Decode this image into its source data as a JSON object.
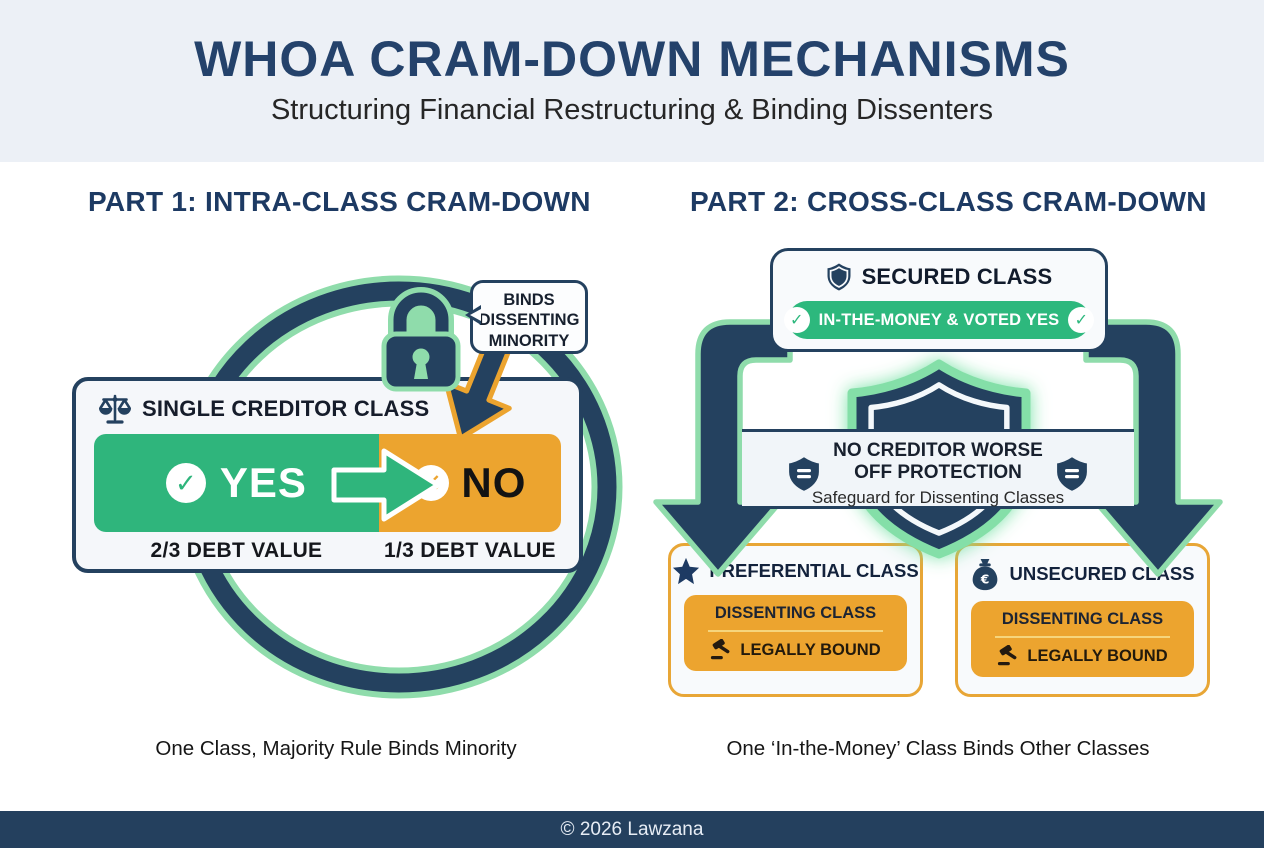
{
  "header": {
    "title": "WHOA CRAM-DOWN MECHANISMS",
    "subtitle": "Structuring Financial Restructuring & Binding Dissenters"
  },
  "part1": {
    "heading": "PART 1: INTRA-CLASS CRAM-DOWN",
    "bubble_lines": [
      "BINDS",
      "DISSENTING",
      "MINORITY"
    ],
    "creditor_box": {
      "title": "SINGLE CREDITOR CLASS",
      "yes_label": "YES",
      "no_label": "NO",
      "yes_value": "2/3 DEBT VALUE",
      "no_value": "1/3 DEBT VALUE"
    },
    "caption": "One Class, Majority Rule Binds Minority"
  },
  "part2": {
    "heading": "PART 2: CROSS-CLASS CRAM-DOWN",
    "secured": {
      "title": "SECURED CLASS",
      "status": "IN-THE-MONEY & VOTED YES"
    },
    "protection": {
      "line1": "NO CREDITOR WORSE",
      "line2": "OFF PROTECTION",
      "subtitle": "Safeguard for Dissenting Classes"
    },
    "preferential": {
      "title": "PREFERENTIAL CLASS",
      "state": "DISSENTING CLASS",
      "result": "LEGALLY BOUND"
    },
    "unsecured": {
      "title": "UNSECURED CLASS",
      "state": "DISSENTING CLASS",
      "result": "LEGALLY BOUND"
    },
    "caption": "One ‘In-the-Money’ Class Binds Other Classes"
  },
  "footer": {
    "copyright": "© 2026 Lawzana"
  },
  "icons": {
    "check_glyph": "✓",
    "cross_glyph": "✕",
    "euro_glyph": "€"
  },
  "colors": {
    "navy": "#24415f",
    "green": "#2fb57c",
    "light_green": "#8fdcab",
    "orange": "#eca42f",
    "panel_bg": "#f5f7fa",
    "header_bg": "#ecf0f6",
    "footer_bg": "#24405e"
  }
}
